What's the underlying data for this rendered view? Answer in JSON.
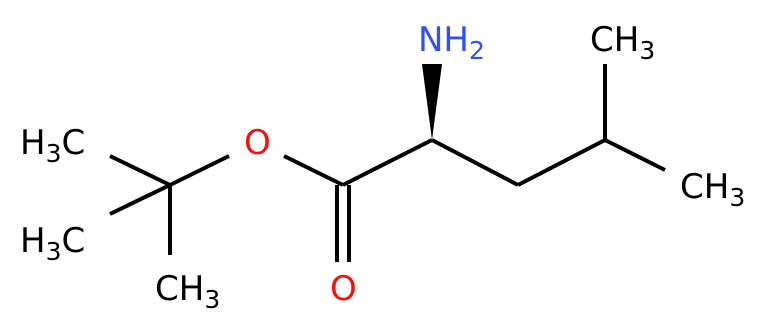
{
  "molecule": {
    "colors": {
      "carbon": "#000000",
      "oxygen": "#ff0d0d",
      "nitrogen": "#3050f8"
    },
    "labels": {
      "amine_main": "NH",
      "amine_sub": "2",
      "methyl_top_main": "CH",
      "methyl_top_sub": "3",
      "methyl_right_main": "CH",
      "methyl_right_sub": "3",
      "tbu_methyl_1_main": "H",
      "tbu_methyl_1_sub": "3",
      "tbu_methyl_1_end": "C",
      "tbu_methyl_2_main": "H",
      "tbu_methyl_2_sub": "3",
      "tbu_methyl_2_end": "C",
      "tbu_methyl_3_main": "CH",
      "tbu_methyl_3_sub": "3",
      "ester_oxygen": "O",
      "carbonyl_oxygen": "O"
    }
  }
}
